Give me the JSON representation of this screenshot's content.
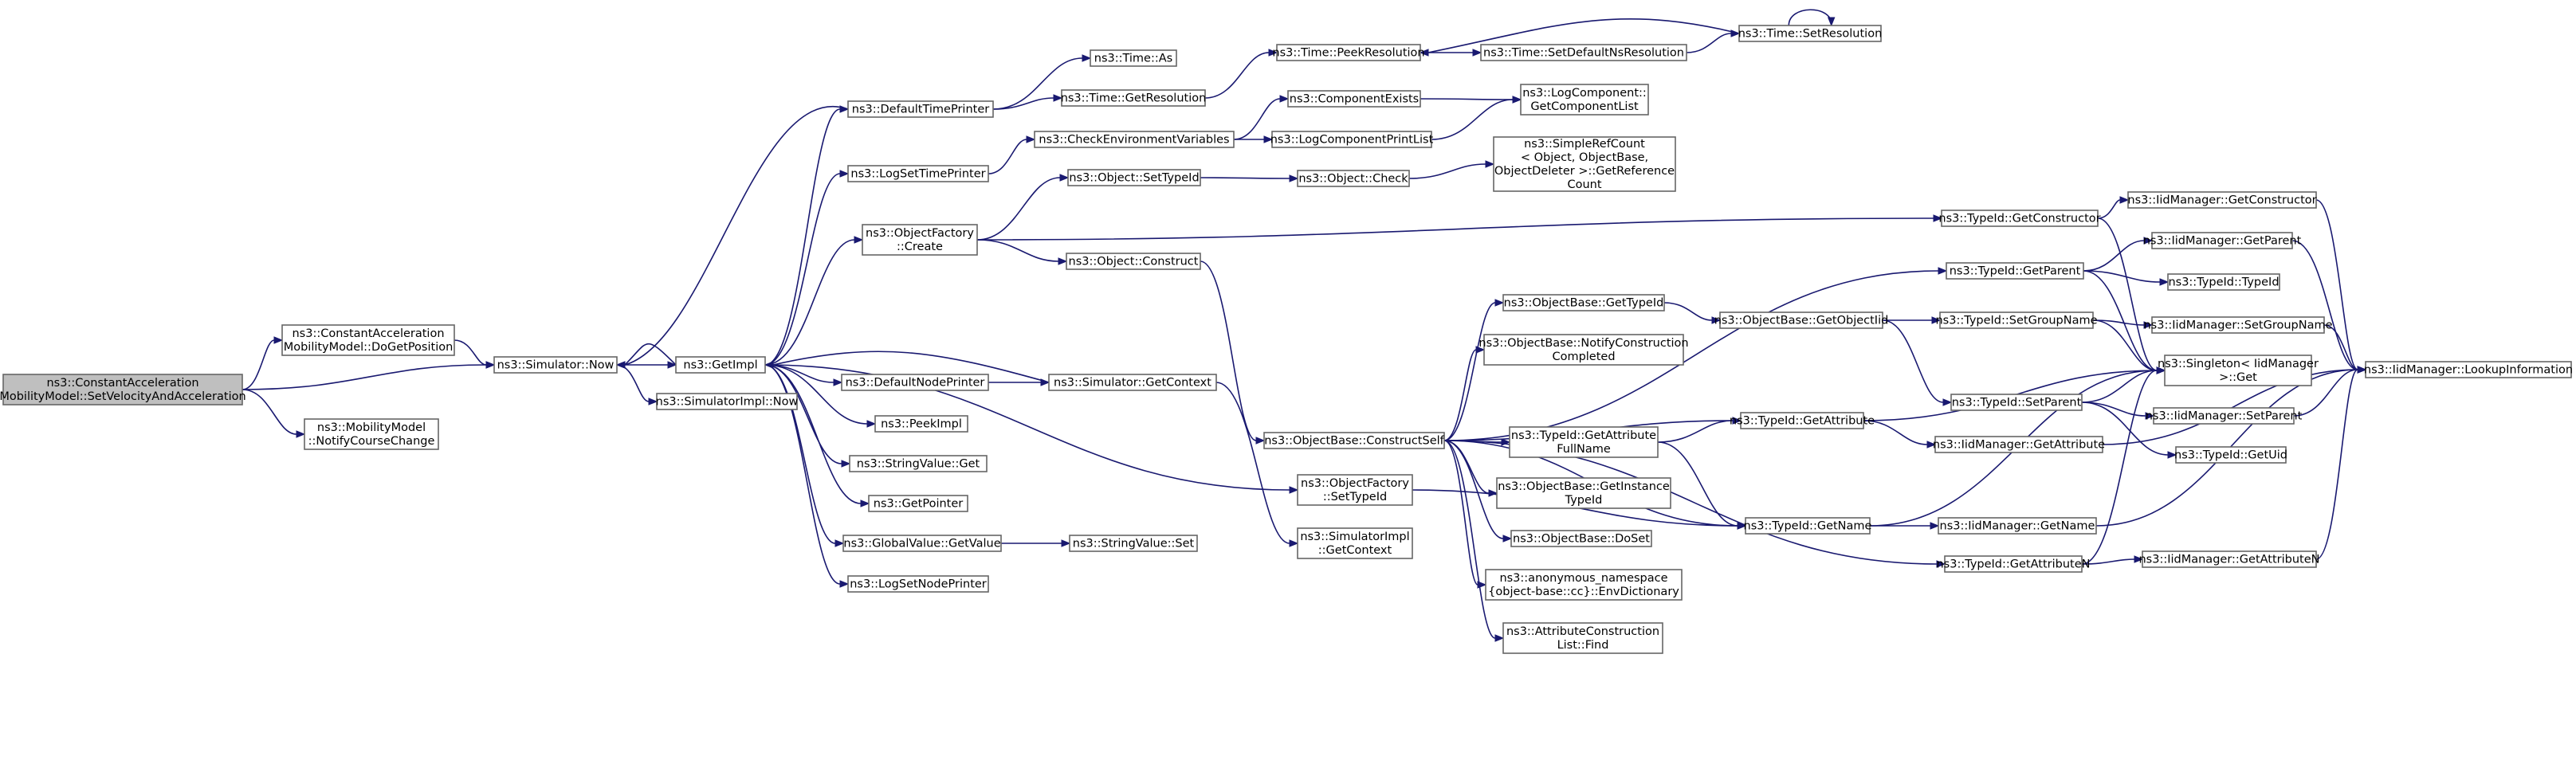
{
  "nodes": [
    {
      "id": "root",
      "lines": [
        "ns3::ConstantAcceleration",
        "MobilityModel::SetVelocityAndAcceleration"
      ],
      "root": true
    },
    {
      "id": "dogetpos",
      "lines": [
        "ns3::ConstantAcceleration",
        "MobilityModel::DoGetPosition"
      ]
    },
    {
      "id": "notify",
      "lines": [
        "ns3::MobilityModel",
        "::NotifyCourseChange"
      ]
    },
    {
      "id": "simnow",
      "lines": [
        "ns3::Simulator::Now"
      ]
    },
    {
      "id": "getimpl",
      "lines": [
        "ns3::GetImpl"
      ]
    },
    {
      "id": "simimplnow",
      "lines": [
        "ns3::SimulatorImpl::Now"
      ]
    },
    {
      "id": "deftp",
      "lines": [
        "ns3::DefaultTimePrinter"
      ]
    },
    {
      "id": "logstp",
      "lines": [
        "ns3::LogSetTimePrinter"
      ]
    },
    {
      "id": "ofcreate",
      "lines": [
        "ns3::ObjectFactory",
        "::Create"
      ]
    },
    {
      "id": "defnp",
      "lines": [
        "ns3::DefaultNodePrinter"
      ]
    },
    {
      "id": "peekimpl",
      "lines": [
        "ns3::PeekImpl"
      ]
    },
    {
      "id": "strget",
      "lines": [
        "ns3::StringValue::Get"
      ]
    },
    {
      "id": "getptr",
      "lines": [
        "ns3::GetPointer"
      ]
    },
    {
      "id": "gvget",
      "lines": [
        "ns3::GlobalValue::GetValue"
      ]
    },
    {
      "id": "logsnp",
      "lines": [
        "ns3::LogSetNodePrinter"
      ]
    },
    {
      "id": "timeas",
      "lines": [
        "ns3::Time::As"
      ]
    },
    {
      "id": "timegetres",
      "lines": [
        "ns3::Time::GetResolution"
      ]
    },
    {
      "id": "checkenv",
      "lines": [
        "ns3::CheckEnvironmentVariables"
      ]
    },
    {
      "id": "objsettid",
      "lines": [
        "ns3::Object::SetTypeId"
      ]
    },
    {
      "id": "objconstruct",
      "lines": [
        "ns3::Object::Construct"
      ]
    },
    {
      "id": "simgetctx",
      "lines": [
        "ns3::Simulator::GetContext"
      ]
    },
    {
      "id": "strset",
      "lines": [
        "ns3::StringValue::Set"
      ]
    },
    {
      "id": "timepeek",
      "lines": [
        "ns3::Time::PeekResolution"
      ]
    },
    {
      "id": "compexists",
      "lines": [
        "ns3::ComponentExists"
      ]
    },
    {
      "id": "logcpl",
      "lines": [
        "ns3::LogComponentPrintList"
      ]
    },
    {
      "id": "objcheck",
      "lines": [
        "ns3::Object::Check"
      ]
    },
    {
      "id": "obconstructself",
      "lines": [
        "ns3::ObjectBase::ConstructSelf"
      ]
    },
    {
      "id": "ofsettid",
      "lines": [
        "ns3::ObjectFactory",
        "::SetTypeId"
      ]
    },
    {
      "id": "simimplgetctx",
      "lines": [
        "ns3::SimulatorImpl",
        "::GetContext"
      ]
    },
    {
      "id": "timesetdef",
      "lines": [
        "ns3::Time::SetDefaultNsResolution"
      ]
    },
    {
      "id": "timesetres",
      "lines": [
        "ns3::Time::SetResolution"
      ]
    },
    {
      "id": "logcompgetlist",
      "lines": [
        "ns3::LogComponent::",
        "GetComponentList"
      ]
    },
    {
      "id": "simplerefcount",
      "lines": [
        "ns3::SimpleRefCount",
        "< Object, ObjectBase,",
        "ObjectDeleter >::GetReference",
        "Count"
      ]
    },
    {
      "id": "obgettid",
      "lines": [
        "ns3::ObjectBase::GetTypeId"
      ]
    },
    {
      "id": "obnotify",
      "lines": [
        "ns3::ObjectBase::NotifyConstruction",
        "Completed"
      ]
    },
    {
      "id": "tidgetattrfull",
      "lines": [
        "ns3::TypeId::GetAttribute",
        "FullName"
      ]
    },
    {
      "id": "obgetinst",
      "lines": [
        "ns3::ObjectBase::GetInstance",
        "TypeId"
      ]
    },
    {
      "id": "obdoset",
      "lines": [
        "ns3::ObjectBase::DoSet"
      ]
    },
    {
      "id": "anonenv",
      "lines": [
        "ns3::anonymous_namespace",
        "{object-base::cc}::EnvDictionary"
      ]
    },
    {
      "id": "attrfind",
      "lines": [
        "ns3::AttributeConstruction",
        "List::Find"
      ]
    },
    {
      "id": "obgetoiid",
      "lines": [
        "ns3::ObjectBase::GetObjectIid"
      ]
    },
    {
      "id": "tidgetattr",
      "lines": [
        "ns3::TypeId::GetAttribute"
      ]
    },
    {
      "id": "tidgetname",
      "lines": [
        "ns3::TypeId::GetName"
      ]
    },
    {
      "id": "tidgetattrn",
      "lines": [
        "ns3::TypeId::GetAttributeN"
      ]
    },
    {
      "id": "tidgetctor",
      "lines": [
        "ns3::TypeId::GetConstructor"
      ]
    },
    {
      "id": "tidgetparent",
      "lines": [
        "ns3::TypeId::GetParent"
      ]
    },
    {
      "id": "tidsetgroup",
      "lines": [
        "ns3::TypeId::SetGroupName"
      ]
    },
    {
      "id": "tidsetparent",
      "lines": [
        "ns3::TypeId::SetParent"
      ]
    },
    {
      "id": "iidgetattr",
      "lines": [
        "ns3::IidManager::GetAttribute"
      ]
    },
    {
      "id": "iidgetname",
      "lines": [
        "ns3::IidManager::GetName"
      ]
    },
    {
      "id": "iidgetattrn",
      "lines": [
        "ns3::IidManager::GetAttributeN"
      ]
    },
    {
      "id": "iidgetctor",
      "lines": [
        "ns3::IidManager::GetConstructor"
      ]
    },
    {
      "id": "iidgetparent",
      "lines": [
        "ns3::IidManager::GetParent"
      ]
    },
    {
      "id": "tidtypeid",
      "lines": [
        "ns3::TypeId::TypeId"
      ]
    },
    {
      "id": "iidsetgroup",
      "lines": [
        "ns3::IidManager::SetGroupName"
      ]
    },
    {
      "id": "singleton",
      "lines": [
        "ns3::Singleton< IidManager",
        ">::Get"
      ]
    },
    {
      "id": "iidsetparent",
      "lines": [
        "ns3::IidManager::SetParent"
      ]
    },
    {
      "id": "tidgetuid",
      "lines": [
        "ns3::TypeId::GetUid"
      ]
    },
    {
      "id": "iidlookup",
      "lines": [
        "ns3::IidManager::LookupInformation"
      ]
    }
  ],
  "edges": [
    [
      "root",
      "dogetpos"
    ],
    [
      "root",
      "simnow"
    ],
    [
      "root",
      "notify"
    ],
    [
      "dogetpos",
      "simnow"
    ],
    [
      "simnow",
      "getimpl"
    ],
    [
      "simnow",
      "simimplnow"
    ],
    [
      "getimpl",
      "deftp"
    ],
    [
      "getimpl",
      "logstp"
    ],
    [
      "getimpl",
      "ofcreate"
    ],
    [
      "getimpl",
      "ofsettid"
    ],
    [
      "getimpl",
      "defnp"
    ],
    [
      "getimpl",
      "peekimpl"
    ],
    [
      "getimpl",
      "strget"
    ],
    [
      "getimpl",
      "getptr"
    ],
    [
      "getimpl",
      "gvget"
    ],
    [
      "getimpl",
      "logsnp"
    ],
    [
      "getimpl",
      "simnow"
    ],
    [
      "deftp",
      "simnow"
    ],
    [
      "deftp",
      "timeas"
    ],
    [
      "deftp",
      "timegetres"
    ],
    [
      "logstp",
      "checkenv"
    ],
    [
      "ofcreate",
      "objsettid"
    ],
    [
      "ofcreate",
      "objconstruct"
    ],
    [
      "ofcreate",
      "tidgetctor"
    ],
    [
      "defnp",
      "simgetctx"
    ],
    [
      "simgetctx",
      "getimpl"
    ],
    [
      "simgetctx",
      "simimplgetctx"
    ],
    [
      "gvget",
      "strset"
    ],
    [
      "timegetres",
      "timepeek"
    ],
    [
      "timepeek",
      "timesetdef"
    ],
    [
      "timesetdef",
      "timesetres"
    ],
    [
      "timesetres",
      "timepeek"
    ],
    [
      "timesetres",
      "timesetres"
    ],
    [
      "checkenv",
      "compexists"
    ],
    [
      "checkenv",
      "logcpl"
    ],
    [
      "compexists",
      "logcompgetlist"
    ],
    [
      "logcpl",
      "logcompgetlist"
    ],
    [
      "objsettid",
      "objcheck"
    ],
    [
      "objcheck",
      "simplerefcount"
    ],
    [
      "objconstruct",
      "obconstructself"
    ],
    [
      "obconstructself",
      "obgettid"
    ],
    [
      "obconstructself",
      "obnotify"
    ],
    [
      "obconstructself",
      "tidgetattrfull"
    ],
    [
      "obconstructself",
      "obgetinst"
    ],
    [
      "obconstructself",
      "obdoset"
    ],
    [
      "obconstructself",
      "anonenv"
    ],
    [
      "obconstructself",
      "attrfind"
    ],
    [
      "obconstructself",
      "tidgetattr"
    ],
    [
      "obconstructself",
      "tidgetname"
    ],
    [
      "obconstructself",
      "tidgetattrn"
    ],
    [
      "obconstructself",
      "tidgetparent"
    ],
    [
      "ofsettid",
      "tidgetname"
    ],
    [
      "obgettid",
      "obgetoiid"
    ],
    [
      "obgetoiid",
      "tidsetgroup"
    ],
    [
      "obgetoiid",
      "tidsetparent"
    ],
    [
      "tidgetattrfull",
      "tidgetattr"
    ],
    [
      "tidgetattrfull",
      "tidgetname"
    ],
    [
      "tidgetattr",
      "iidgetattr"
    ],
    [
      "tidgetattr",
      "singleton"
    ],
    [
      "tidgetname",
      "iidgetname"
    ],
    [
      "tidgetname",
      "singleton"
    ],
    [
      "tidgetattrn",
      "iidgetattrn"
    ],
    [
      "tidgetattrn",
      "singleton"
    ],
    [
      "tidgetctor",
      "iidgetctor"
    ],
    [
      "tidgetctor",
      "singleton"
    ],
    [
      "tidgetparent",
      "iidgetparent"
    ],
    [
      "tidgetparent",
      "tidtypeid"
    ],
    [
      "tidgetparent",
      "singleton"
    ],
    [
      "tidsetgroup",
      "iidsetgroup"
    ],
    [
      "tidsetgroup",
      "singleton"
    ],
    [
      "tidsetparent",
      "iidsetparent"
    ],
    [
      "tidsetparent",
      "tidgetuid"
    ],
    [
      "tidsetparent",
      "singleton"
    ],
    [
      "iidgetattr",
      "iidlookup"
    ],
    [
      "iidgetname",
      "iidlookup"
    ],
    [
      "iidgetattrn",
      "iidlookup"
    ],
    [
      "iidgetctor",
      "iidlookup"
    ],
    [
      "iidgetparent",
      "iidlookup"
    ],
    [
      "iidsetgroup",
      "iidlookup"
    ],
    [
      "iidsetparent",
      "iidlookup"
    ]
  ]
}
